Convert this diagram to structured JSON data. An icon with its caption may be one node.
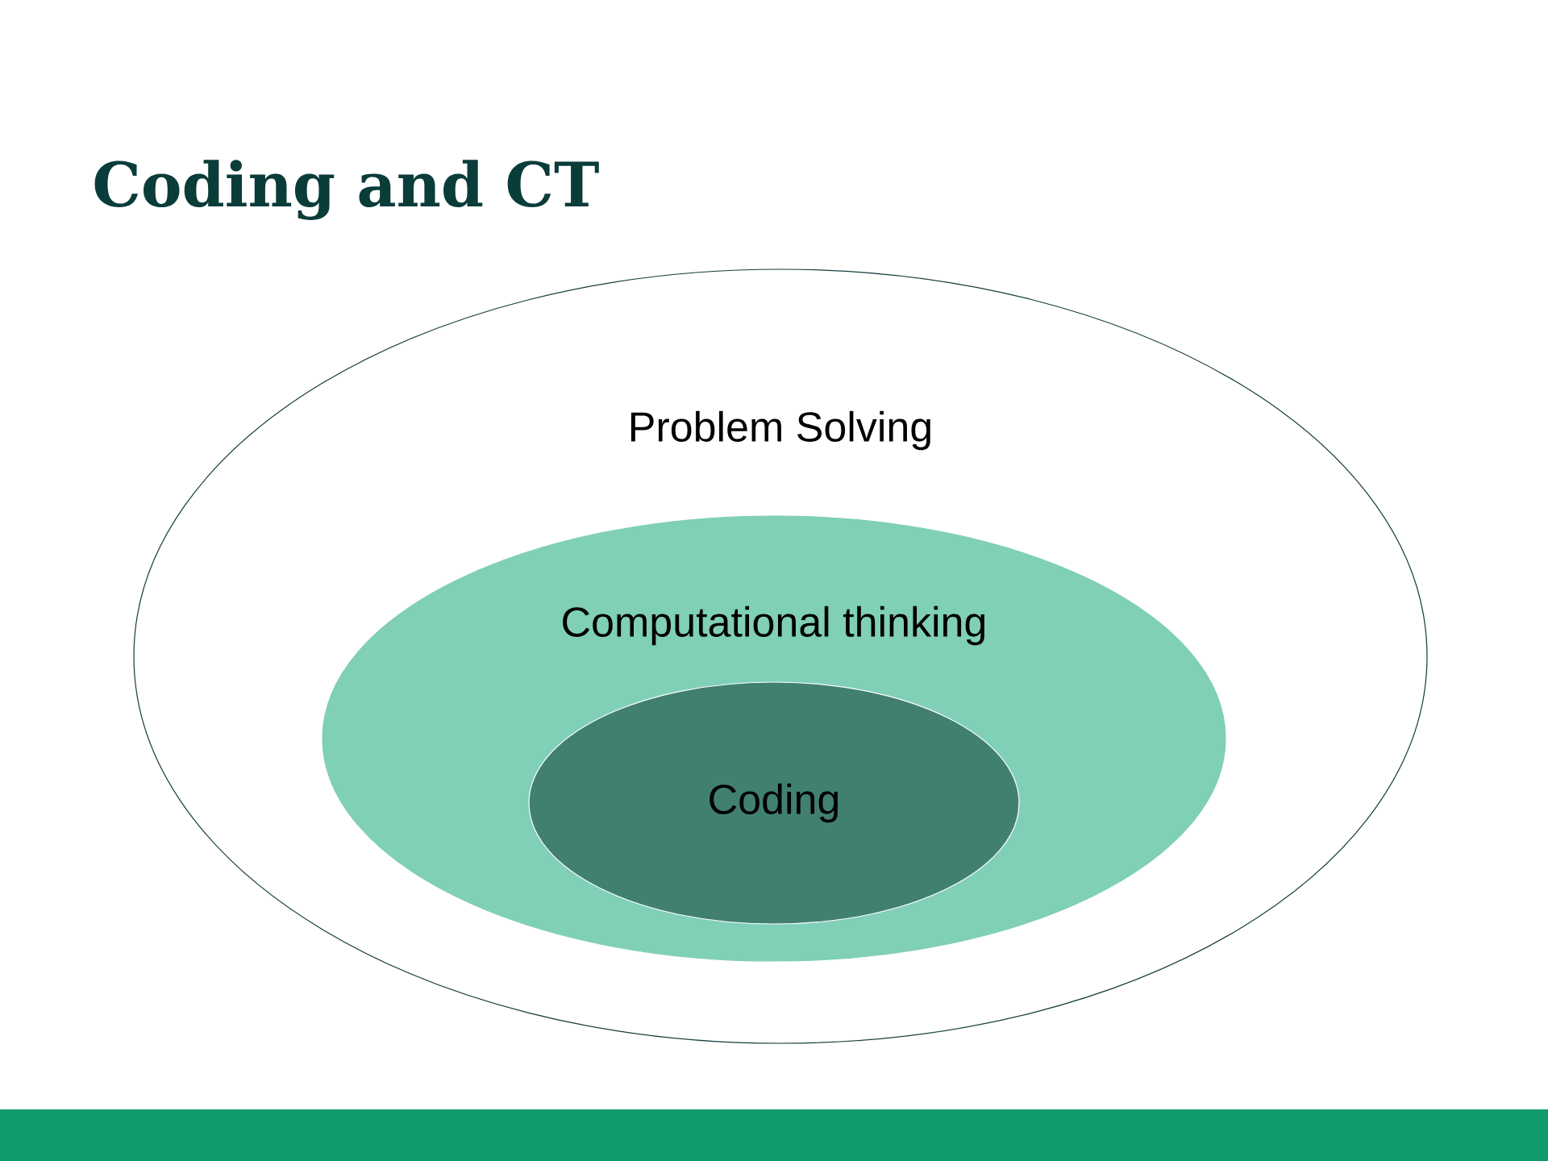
{
  "diagram": {
    "title": "Coding and CT",
    "nodes": [
      {
        "text": [
          "Problem Solving"
        ]
      },
      {
        "text": [
          "Computational thinking"
        ],
        "in": 0
      },
      {
        "text": [
          "Coding"
        ],
        "in": 1
      }
    ]
  }
}
